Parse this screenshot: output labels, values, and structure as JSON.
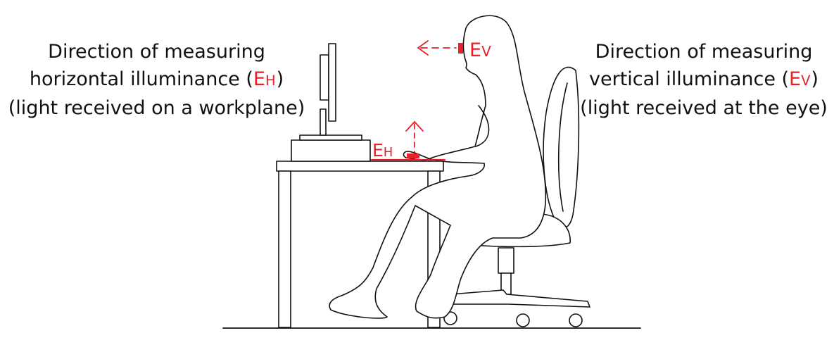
{
  "colors": {
    "accent": "#e8202a",
    "line": "#111111",
    "background": "#ffffff"
  },
  "left_caption": {
    "line1": "Direction of measuring",
    "line2_prefix": "horizontal illuminance (",
    "symbol_main": "E",
    "symbol_sub": "H",
    "line2_suffix": ")",
    "line3": "(light received on a workplane)"
  },
  "right_caption": {
    "line1": "Direction of measuring",
    "line2_prefix": "vertical illuminance (",
    "symbol_main": "E",
    "symbol_sub": "V",
    "line2_suffix": ")",
    "line3": "(light received at the eye)"
  },
  "diagram": {
    "ev_label_main": "E",
    "ev_label_sub": "V",
    "eh_label_main": "E",
    "eh_label_sub": "H"
  }
}
